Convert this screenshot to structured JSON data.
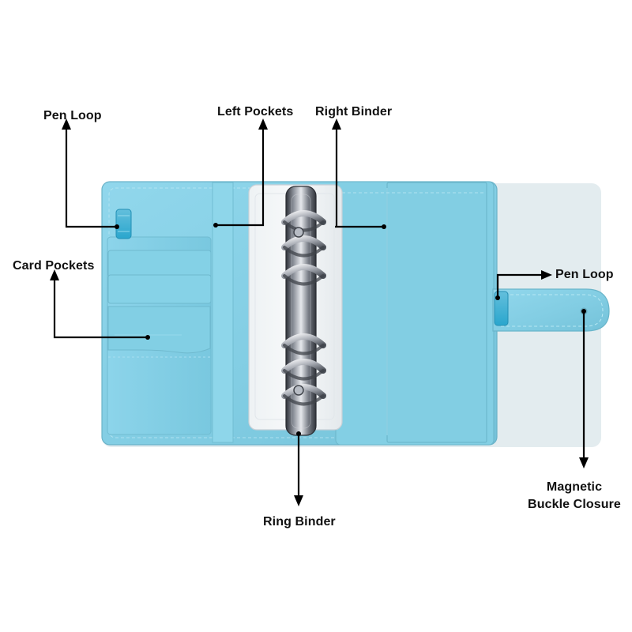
{
  "labels": {
    "pen_loop_left": "Pen Loop",
    "left_pockets": "Left Pockets",
    "right_binder": "Right Binder",
    "card_pockets": "Card Pockets",
    "pen_loop_right": "Pen Loop",
    "ring_binder": "Ring Binder",
    "magnetic_line_1": "Magnetic",
    "magnetic_line_2": "Buckle Closure"
  },
  "colors": {
    "cover_blue": "#82cde3",
    "binder_metal": "#5f6570",
    "annotation_line": "#000000"
  }
}
